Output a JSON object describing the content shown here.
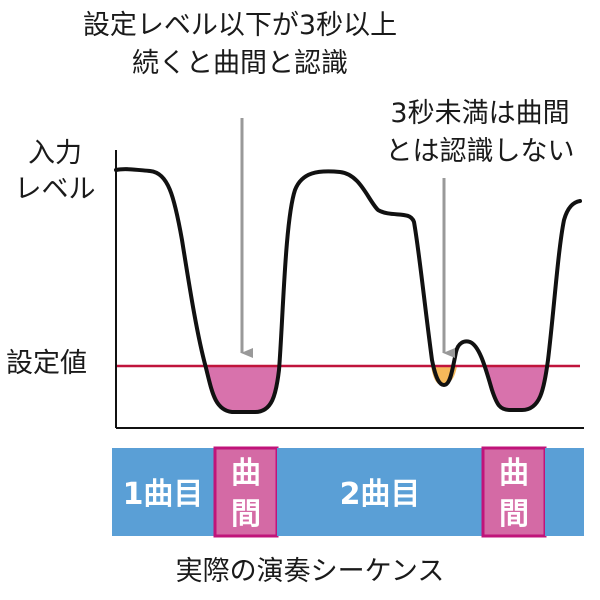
{
  "annotations": {
    "top_line1": "設定レベル以下が3秒以上",
    "top_line2": "続くと曲間と認識",
    "right_line1": "3秒未満は曲間",
    "right_line2": "とは認識しない"
  },
  "axis": {
    "ylabel_line1": "入力",
    "ylabel_line2": "レベル"
  },
  "threshold": {
    "label": "設定値",
    "color": "#c0143c"
  },
  "sequence": {
    "caption": "実際の演奏シーケンス",
    "segments": [
      {
        "label": "1曲目",
        "kind": "song"
      },
      {
        "label": "曲間",
        "kind": "gap"
      },
      {
        "label": "2曲目",
        "kind": "song"
      },
      {
        "label": "曲間",
        "kind": "gap"
      },
      {
        "label": "",
        "kind": "song"
      }
    ]
  },
  "colors": {
    "song": "#5a9fd6",
    "gap": "#d46aa5",
    "gap_border": "#c0147a",
    "short_dip": "#f5b95a",
    "long_dip": "#d66aa8",
    "curve": "#111111",
    "arrow": "#999999"
  }
}
